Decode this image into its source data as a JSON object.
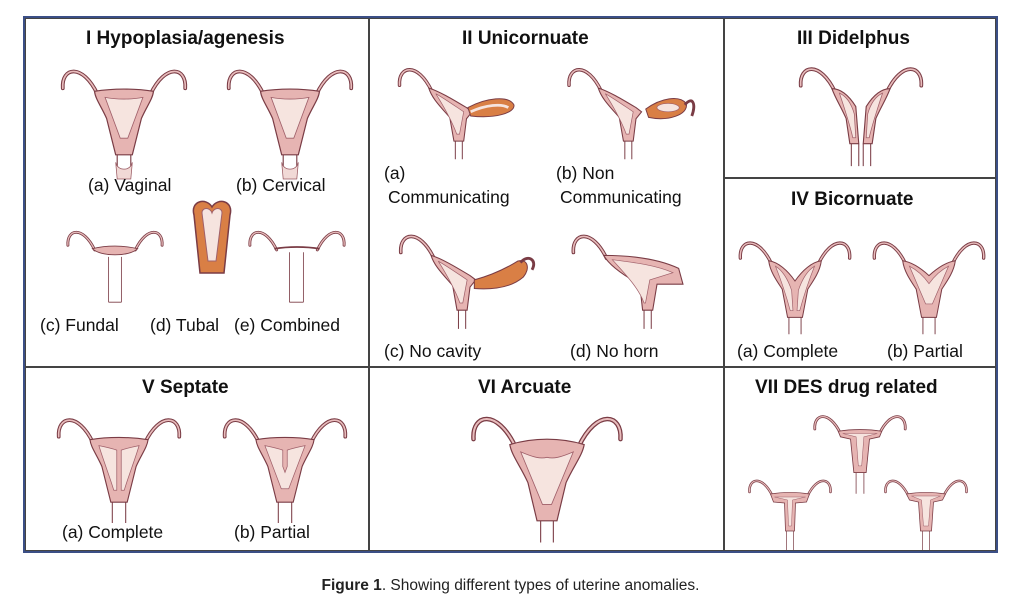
{
  "panels": {
    "p1": {
      "title": "I   Hypoplasia/agenesis",
      "a": "(a) Vaginal",
      "b": "(b) Cervical",
      "c": "(c) Fundal",
      "d": "(d) Tubal",
      "e": "(e) Combined"
    },
    "p2": {
      "title": "II   Unicornuate",
      "a1": "(a)",
      "a2": "Communicating",
      "b1": "(b) Non",
      "b2": "Communicating",
      "c": "(c) No cavity",
      "d": "(d) No horn"
    },
    "p3": {
      "title": "III   Didelphus"
    },
    "p4": {
      "title": "IV   Bicornuate",
      "a": "(a) Complete",
      "b": "(b) Partial"
    },
    "p5": {
      "title": "V   Septate",
      "a": "(a) Complete",
      "b": "(b) Partial"
    },
    "p6": {
      "title": "VI   Arcuate"
    },
    "p7": {
      "title": "VII   DES drug related"
    }
  },
  "caption": {
    "label": "Figure 1",
    "text": ". Showing different types of uterine anomalies."
  },
  "colors": {
    "border": "#3b4f86",
    "tissue": "#e6b4b2",
    "outline": "#7a3c45",
    "cavity": "#f6e4df",
    "horn": "#d97f45"
  }
}
